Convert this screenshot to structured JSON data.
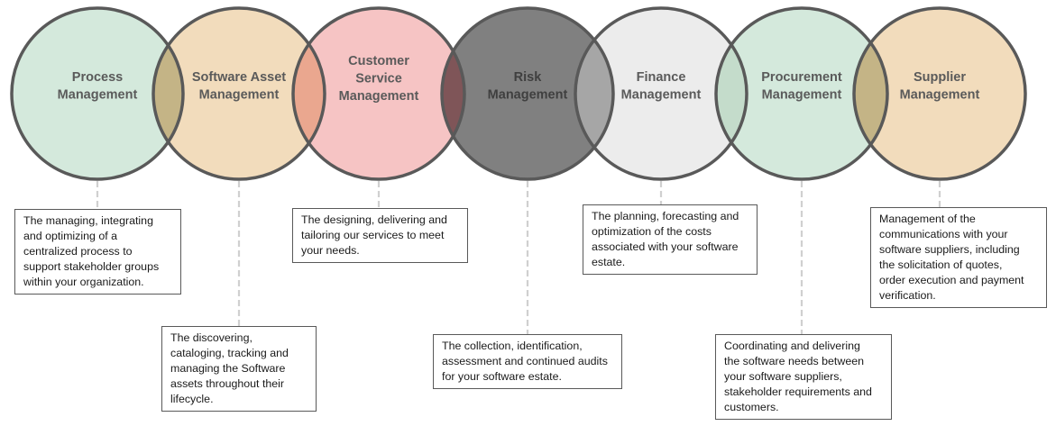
{
  "colors": {
    "stroke": "#595959",
    "connector": "#d0d0d0",
    "label_text": "#5a5a5a"
  },
  "circles": [
    {
      "id": "process",
      "fill": "#d4e9dc",
      "label": [
        "Process",
        "Management"
      ]
    },
    {
      "id": "software-asset",
      "fill": "#f2dcbc",
      "label": [
        "Software Asset",
        "Management"
      ]
    },
    {
      "id": "customer-service",
      "fill": "#f6c4c4",
      "label": [
        "Customer",
        "Service",
        "Management"
      ]
    },
    {
      "id": "risk",
      "fill": "#808080",
      "label": [
        "Risk",
        "Management"
      ]
    },
    {
      "id": "finance",
      "fill": "#ececec",
      "label": [
        "Finance",
        "Management"
      ]
    },
    {
      "id": "procurement",
      "fill": "#d4e9dc",
      "label": [
        "Procurement",
        "Management"
      ]
    },
    {
      "id": "supplier",
      "fill": "#f2dcbc",
      "label": [
        "Supplier",
        "Management"
      ]
    }
  ],
  "overlaps": [
    {
      "between": [
        "process",
        "software-asset"
      ],
      "fill": "#c4b486"
    },
    {
      "between": [
        "software-asset",
        "customer-service"
      ],
      "fill": "#eaa78f"
    },
    {
      "between": [
        "customer-service",
        "risk"
      ],
      "fill": "#7f5558"
    },
    {
      "between": [
        "risk",
        "finance"
      ],
      "fill": "#a6a6a6"
    },
    {
      "between": [
        "finance",
        "procurement"
      ],
      "fill": "#c4dccb"
    },
    {
      "between": [
        "procurement",
        "supplier"
      ],
      "fill": "#c4b486"
    }
  ],
  "descriptions": [
    {
      "circle": "process",
      "lines": [
        "The managing, integrating",
        "and optimizing of a",
        "centralized process to",
        "support stakeholder groups",
        "within your organization."
      ]
    },
    {
      "circle": "software-asset",
      "lines": [
        "The discovering,",
        "cataloging, tracking and",
        "managing the Software",
        "assets throughout their",
        "lifecycle."
      ]
    },
    {
      "circle": "customer-service",
      "lines": [
        "The designing, delivering and",
        "tailoring our services to meet",
        "your needs."
      ]
    },
    {
      "circle": "risk",
      "lines": [
        "The collection, identification,",
        "assessment and continued audits",
        "for your software estate."
      ]
    },
    {
      "circle": "finance",
      "lines": [
        "The planning, forecasting and",
        "optimization of the costs",
        "associated with your software",
        "estate."
      ]
    },
    {
      "circle": "procurement",
      "lines": [
        "Coordinating and delivering",
        "the software needs between",
        "your software suppliers,",
        "stakeholder requirements and",
        "customers."
      ]
    },
    {
      "circle": "supplier",
      "lines": [
        "Management of the",
        "communications with your",
        "software suppliers, including",
        "the solicitation of quotes,",
        "order execution and payment",
        "verification."
      ]
    }
  ]
}
